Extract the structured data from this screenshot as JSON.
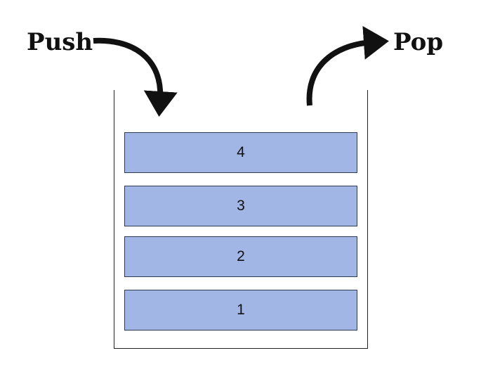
{
  "labels": {
    "push": "Push",
    "pop": "Pop"
  },
  "stack": {
    "items": [
      "4",
      "3",
      "2",
      "1"
    ]
  },
  "colors": {
    "block_fill": "#a2b6e6",
    "block_border": "#2e3b55",
    "arrow": "#111111"
  }
}
